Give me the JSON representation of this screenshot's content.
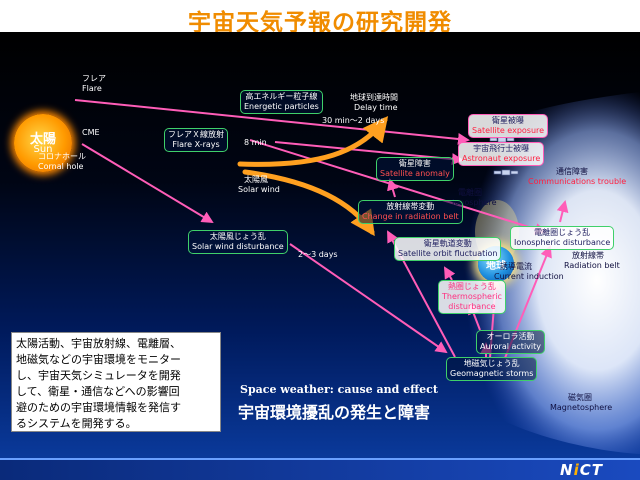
{
  "title": "宇宙天気予報の研究開発",
  "sun": {
    "jp": "太陽",
    "en": "Sun"
  },
  "earth": {
    "jp": "地球"
  },
  "labels": {
    "flare": "フレア",
    "flare_en": "Flare",
    "cme": "CME",
    "coronal_hole_jp": "コロナホール",
    "coronal_hole_en": "Cornal hole",
    "solar_wind_jp": "太陽風",
    "solar_wind_en": "Solar wind",
    "eight_min": "8 min",
    "delay_jp": "地球到達時間",
    "delay_en": "Delay time",
    "thirty_min": "30 min～2 days",
    "two_three_days": "2～3 days",
    "ionosphere_jp": "電離圏",
    "ionosphere_en": "Ionosphere",
    "current_jp": "誘導電流",
    "current_en": "Current induction",
    "radbelt_jp": "放射線帯",
    "radbelt_en": "Radiation belt",
    "magnetosphere_jp": "磁気圏",
    "magnetosphere_en": "Magnetosphere",
    "comm_trouble_jp": "通信障害",
    "comm_trouble_en": "Communications trouble"
  },
  "boxes": {
    "energetic": {
      "jp": "高エネルギー粒子線",
      "en": "Energetic particles"
    },
    "xray": {
      "jp": "フレアＸ線放射",
      "en": "Flare X-rays"
    },
    "sw_dist": {
      "jp": "太陽風じょう乱",
      "en": "Solar wind disturbance"
    },
    "sat_exposure": {
      "jp": "衛星被曝",
      "en": "Satellite exposure"
    },
    "astro_exposure": {
      "jp": "宇宙飛行士被曝",
      "en": "Astronaut exposure"
    },
    "sat_anomaly": {
      "jp": "衛星障害",
      "en": "Satellite anomaly"
    },
    "rad_belt_change": {
      "jp": "放射線帯変動",
      "en": "Change in radiation belt"
    },
    "orbit": {
      "jp": "衛星軌道変動",
      "en": "Satellite orbit fluctuation"
    },
    "iono_dist": {
      "jp": "電離圏じょう乱",
      "en": "Ionospheric disturbance"
    },
    "thermo": {
      "jp": "熱圏じょう乱",
      "en": "Thermospheric",
      "en2": "disturbance"
    },
    "aurora": {
      "jp": "オーロラ活動",
      "en": "Auroral activity"
    },
    "geomag": {
      "jp": "地磁気じょう乱",
      "en": "Geomagnetic storms"
    }
  },
  "description": "太陽活動、宇宙放射線、電離層、\n地磁気などの宇宙環境をモニター\nし、宇宙天気シミュレータを開発\nして、衛星・通信などへの影響回\n避のための宇宙環境情報を発信す\nるシステムを開発する。",
  "caption_en": "Space weather: cause and effect",
  "caption_jp": "宇宙環境擾乱の発生と障害",
  "logo": {
    "n": "N",
    "i": "i",
    "ct": "CT"
  },
  "colors": {
    "title": "#f08c00",
    "arrow": "#ff5db8",
    "orange_arrow": "#ffa020",
    "box_border": "#3fd06a"
  }
}
